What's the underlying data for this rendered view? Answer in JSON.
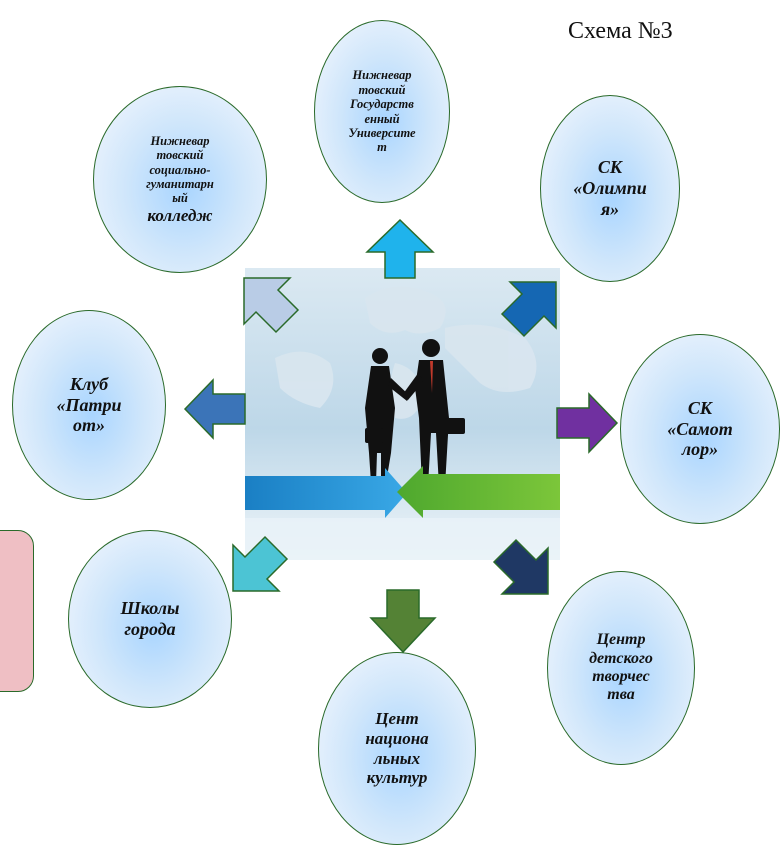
{
  "title": "Схема №3",
  "nodes": {
    "top": "Нижневар\nтовский\nГосударств\nенный\nУниверсите\nт",
    "top_left_small": "Нижневар\nтовский\nсоциально-\nгуманитарн\nый",
    "top_left_big": "колледж",
    "top_right": "СК\n«Олимпи\nя»",
    "left": "Клуб\n«Патри\nот»",
    "right": "СК\n«Самот\nлор»",
    "bottom_left": "Школы\nгорода",
    "bottom": "Цент\nнациона\nльных\nкультур",
    "bottom_right": "Центр\nдетского\nтворчес\nтва"
  },
  "arrow_colors": {
    "up": "#1fb3ec",
    "up_left": "#b9cce6",
    "up_right": "#1567b3",
    "left": "#3b74b8",
    "right": "#7030a0",
    "down_left": "#4cc4d4",
    "down": "#548235",
    "down_right": "#1f3864"
  }
}
